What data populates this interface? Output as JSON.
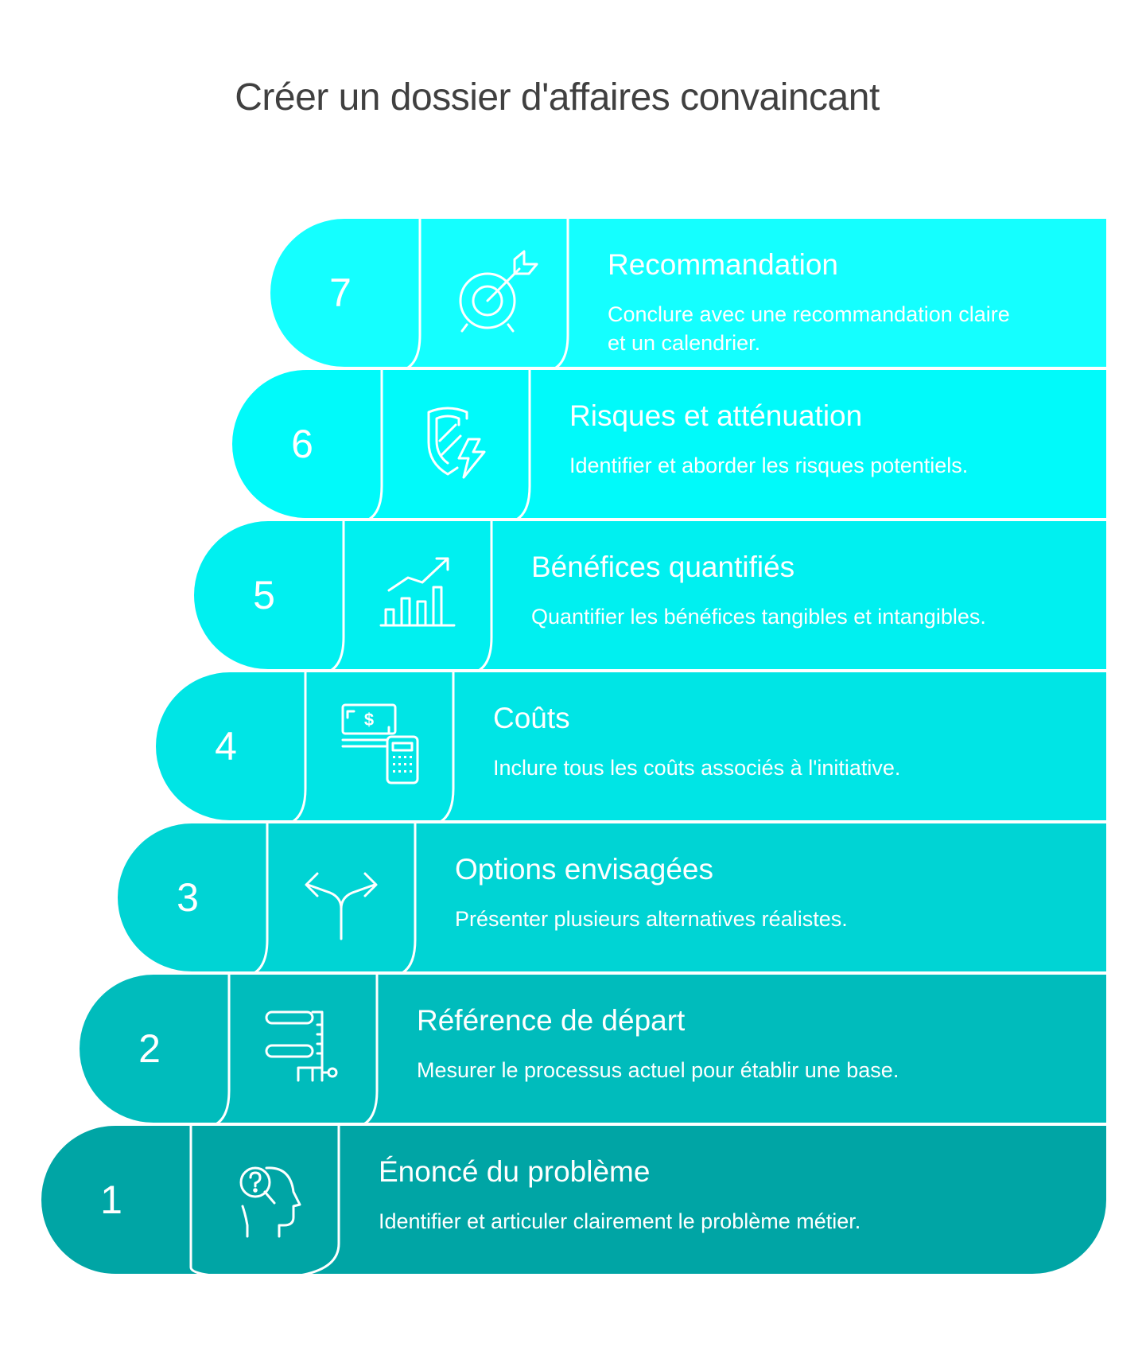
{
  "title": "Créer un dossier d'affaires convaincant",
  "steps": [
    {
      "number": "1",
      "icon": "head-question-icon",
      "title": "Énoncé du problème",
      "description": [
        "Identifier et articuler clairement le problème métier."
      ],
      "color": "#00a5a5"
    },
    {
      "number": "2",
      "icon": "baseline-measure-icon",
      "title": "Référence de départ",
      "description": [
        "Mesurer le processus actuel pour établir une base."
      ],
      "color": "#00bcbc"
    },
    {
      "number": "3",
      "icon": "split-arrows-icon",
      "title": "Options envisagées",
      "description": [
        "Présenter plusieurs alternatives réalistes."
      ],
      "color": "#00d4d4"
    },
    {
      "number": "4",
      "icon": "money-calculator-icon",
      "title": "Coûts",
      "description": [
        "Inclure tous les coûts associés à l'initiative."
      ],
      "color": "#00e5e5"
    },
    {
      "number": "5",
      "icon": "growth-chart-icon",
      "title": "Bénéfices quantifiés",
      "description": [
        "Quantifier les bénéfices tangibles et intangibles."
      ],
      "color": "#00f0f0"
    },
    {
      "number": "6",
      "icon": "shield-lightning-icon",
      "title": "Risques et atténuation",
      "description": [
        "Identifier et aborder les risques potentiels."
      ],
      "color": "#00fafa"
    },
    {
      "number": "7",
      "icon": "target-arrow-icon",
      "title": "Recommandation",
      "description": [
        "Conclure avec une recommandation claire",
        "et un calendrier."
      ],
      "color": "#14ffff"
    }
  ]
}
